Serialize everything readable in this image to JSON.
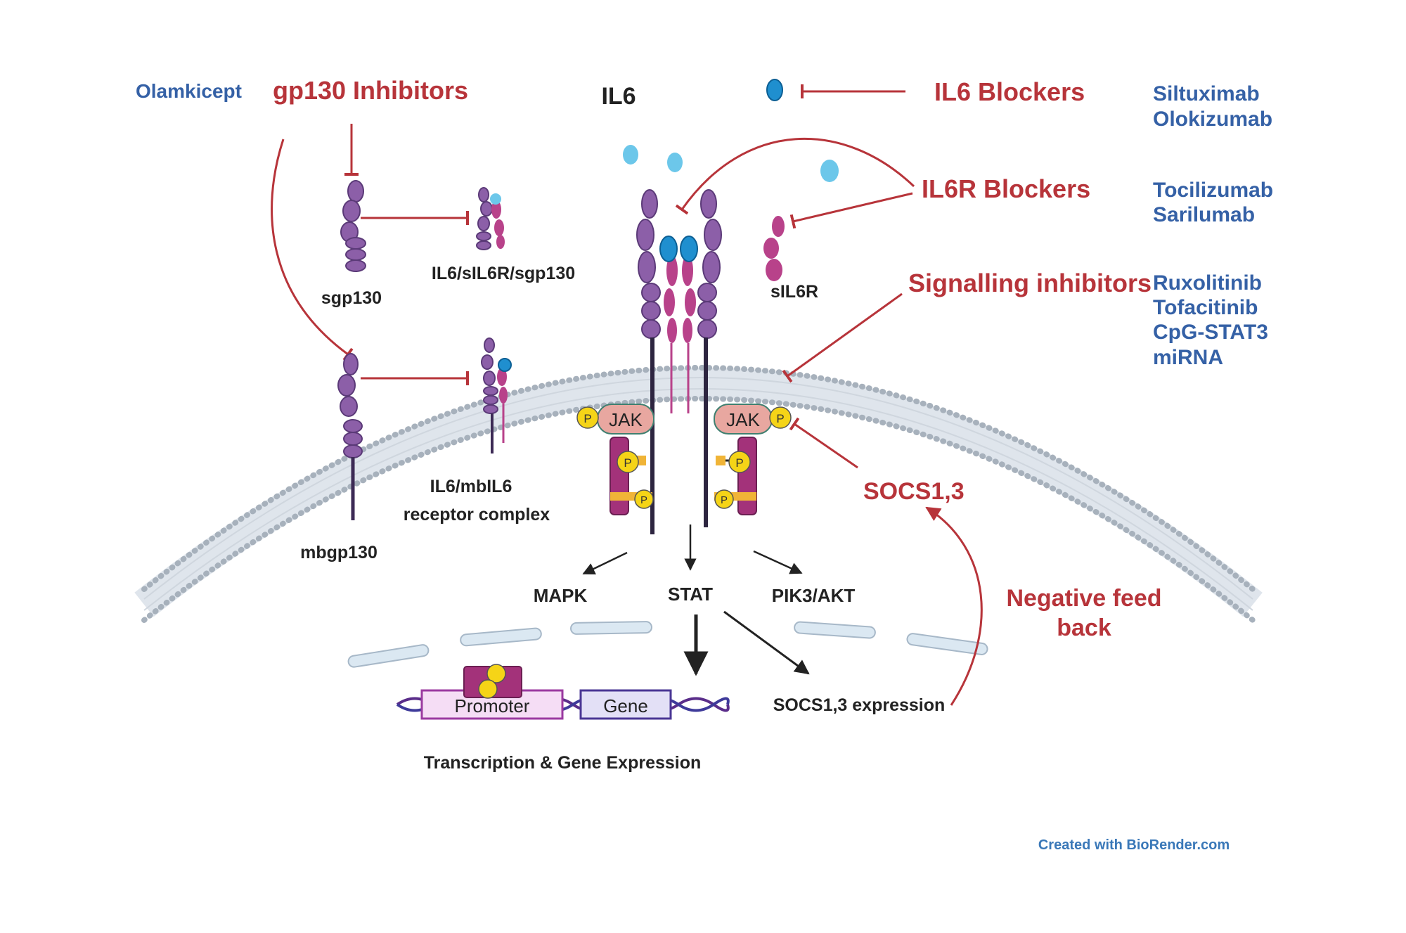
{
  "il6_label": "IL6",
  "inhibitor_classes": {
    "gp130": "gp130 Inhibitors",
    "il6_blockers": "IL6 Blockers",
    "il6r_blockers": "IL6R Blockers",
    "signalling": "Signalling inhibitors",
    "socs": "SOCS1,3",
    "negative_feedback_line1": "Negative feed",
    "negative_feedback_line2": "back"
  },
  "drugs": {
    "gp130": [
      "Olamkicept"
    ],
    "il6_blockers": [
      "Siltuximab",
      "Olokizumab"
    ],
    "il6r_blockers": [
      "Tocilizumab",
      "Sarilumab"
    ],
    "signalling": [
      "Ruxolitinib",
      "Tofacitinib",
      "CpG-STAT3",
      "miRNA"
    ]
  },
  "structure_labels": {
    "sgp130": "sgp130",
    "trans_complex": "IL6/sIL6R/sgp130",
    "sil6r": "sIL6R",
    "mbgp130": "mbgp130",
    "membrane_complex_line1": "IL6/mbIL6",
    "membrane_complex_line2": "receptor complex",
    "jak": "JAK",
    "phospho": "P"
  },
  "pathways": [
    "MAPK",
    "STAT",
    "PIK3/AKT"
  ],
  "nucleus": {
    "promoter": "Promoter",
    "gene": "Gene",
    "socs_expression": "SOCS1,3 expression",
    "transcription": "Transcription & Gene Expression"
  },
  "credit": "Created with BioRender.com",
  "colors": {
    "inhibitor_red": "#b7343a",
    "drug_blue": "#3561a6",
    "gp130_purple": "#8c5fa8",
    "il6r_magenta": "#b8428a",
    "il6_blue": "#2aa0d8",
    "jak_pink": "#e8a7a0",
    "phospho_yellow": "#f5d417",
    "membrane_gray": "#9aa6b2"
  }
}
